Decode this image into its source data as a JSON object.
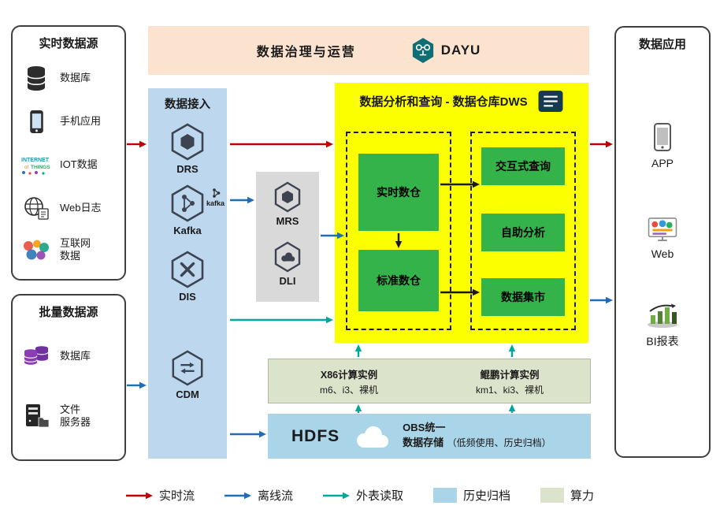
{
  "colors": {
    "realtime_flow": "#c00000",
    "offline_flow": "#1f6db6",
    "external_read": "#00a79b",
    "archive_fill": "#aad4e8",
    "compute_fill": "#dce3cb",
    "banner_fill": "#fbe3cf",
    "ingest_fill": "#bcd7ee",
    "middleware_fill": "#d9d9d9",
    "dws_fill": "#fcff00",
    "green_box": "#33b349"
  },
  "banner": {
    "title": "数据治理与运营",
    "brand": "DAYU"
  },
  "realtime_sources": {
    "title": "实时数据源",
    "items": [
      {
        "label": "数据库"
      },
      {
        "label": "手机应用"
      },
      {
        "label": "IOT数据"
      },
      {
        "label": "Web日志"
      },
      {
        "label": "互联网\n数据"
      }
    ]
  },
  "batch_sources": {
    "title": "批量数据源",
    "items": [
      {
        "label": "数据库"
      },
      {
        "label": "文件\n服务器"
      }
    ]
  },
  "ingestion": {
    "title": "数据接入",
    "services": [
      {
        "label": "DRS"
      },
      {
        "label": "Kafka",
        "note": "kafka"
      },
      {
        "label": "DIS"
      },
      {
        "label": "CDM"
      }
    ]
  },
  "middleware": {
    "services": [
      {
        "label": "MRS"
      },
      {
        "label": "DLI"
      }
    ]
  },
  "dws": {
    "title": "数据分析和查询 - 数据仓库DWS",
    "warehouses": [
      {
        "label": "实时数仓"
      },
      {
        "label": "标准数仓"
      }
    ],
    "services": [
      {
        "label": "交互式查询"
      },
      {
        "label": "自助分析"
      },
      {
        "label": "数据集市"
      }
    ]
  },
  "applications": {
    "title": "数据应用",
    "items": [
      {
        "label": "APP"
      },
      {
        "label": "Web"
      },
      {
        "label": "BI报表"
      }
    ]
  },
  "compute": {
    "x86_title": "X86计算实例",
    "x86_spec": "m6、i3、裸机",
    "kunpeng_title": "鲲鹏计算实例",
    "kunpeng_spec": "km1、ki3、裸机"
  },
  "storage": {
    "hdfs": "HDFS",
    "obs_line1": "OBS统一",
    "obs_line2": "数据存储",
    "obs_note": "（低频使用、历史归档）"
  },
  "legend": {
    "realtime": "实时流",
    "offline": "离线流",
    "external": "外表读取",
    "archive": "历史归档",
    "compute": "算力"
  }
}
